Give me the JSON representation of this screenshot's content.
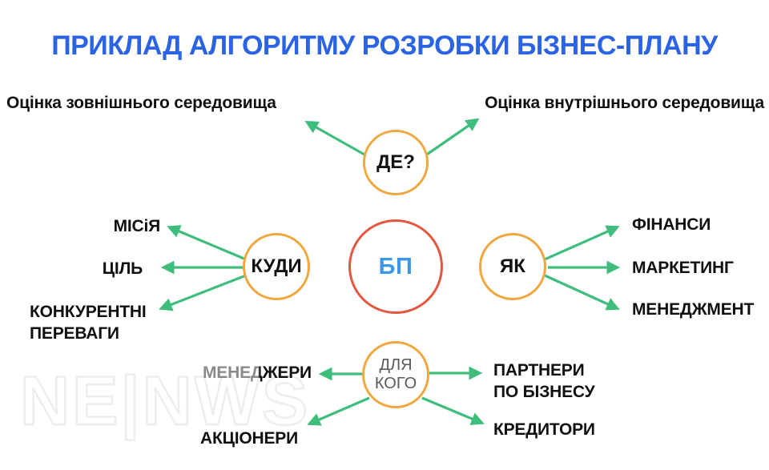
{
  "title": "ПРИКЛАД АЛГОРИТМУ РОЗРОБКИ БІЗНЕС-ПЛАНУ",
  "watermark": "NE|NWS",
  "colors": {
    "title_blue": "#2A63E4",
    "center_text_blue": "#3E96E8",
    "center_ring_red": "#E4573E",
    "hub_ring_orange": "#F0A83E",
    "arrow_green": "#3EBD7D",
    "label_black": "#101010",
    "audience_gray": "#5a5a5a"
  },
  "diagram": {
    "center": {
      "label": "БП"
    },
    "top": {
      "hub": "ДЕ?",
      "left": "Оцінка зовнішнього середовища",
      "right": "Оцінка внутрішнього середовища"
    },
    "left": {
      "hub": "КУДИ",
      "items": [
        "МІСіЯ",
        "ЦІЛЬ",
        "КОНКУРЕНТНІ ПЕРЕВАГИ"
      ]
    },
    "right": {
      "hub": "ЯК",
      "items": [
        "ФІНАНСИ",
        "МАРКЕТИНГ",
        "МЕНЕДЖМЕНТ"
      ]
    },
    "bottom": {
      "hub": "ДЛЯ КОГО",
      "left_items": [
        "МЕНЕДЖЕРИ",
        "АКЦІОНЕРИ"
      ],
      "right_items": [
        "ПАРТНЕРИ ПО БІЗНЕСУ",
        "КРЕДИТОРИ"
      ]
    }
  }
}
